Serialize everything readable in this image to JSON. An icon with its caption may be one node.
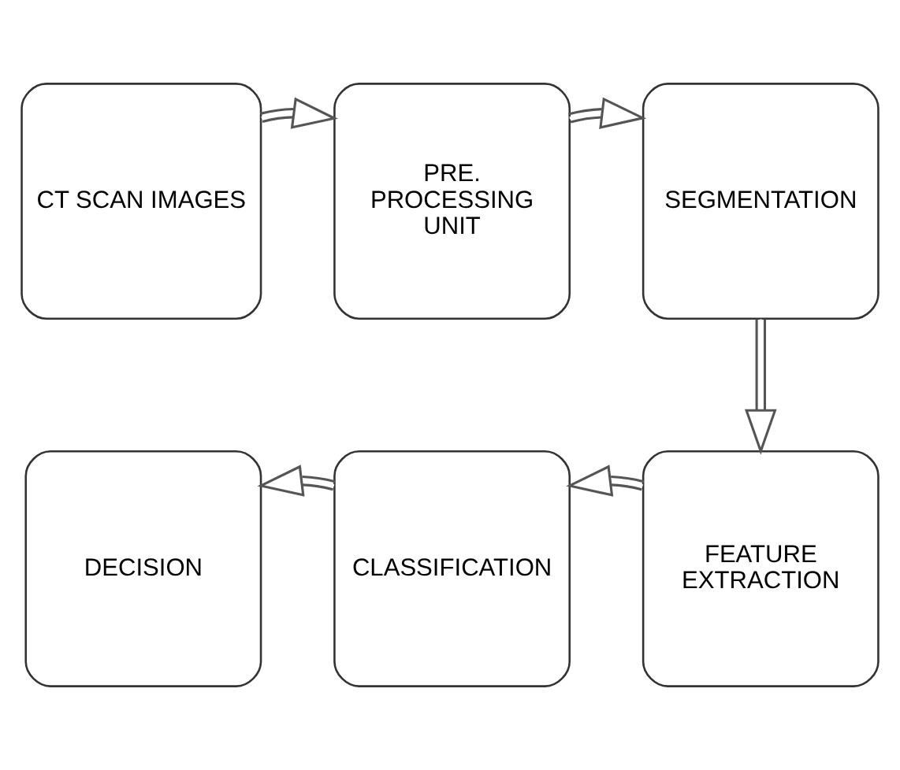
{
  "diagram": {
    "nodes": [
      {
        "text": [
          "CT SCAN IMAGES"
        ]
      },
      {
        "text": [
          "PRE. PROCESSING UNIT"
        ]
      },
      {
        "text": [
          "SEGMENTATION"
        ]
      },
      {
        "text": [
          "FEATURE EXTRACTION"
        ]
      },
      {
        "text": [
          "CLASSIFICATION"
        ]
      },
      {
        "text": [
          "DECISION"
        ]
      }
    ],
    "edges": [
      {
        "from": 0,
        "to": 1,
        "arrow": "to"
      },
      {
        "from": 1,
        "to": 2,
        "arrow": "to"
      },
      {
        "from": 2,
        "to": 3,
        "arrow": "to"
      },
      {
        "from": 3,
        "to": 4,
        "arrow": "to"
      },
      {
        "from": 4,
        "to": 5,
        "arrow": "to"
      }
    ]
  }
}
